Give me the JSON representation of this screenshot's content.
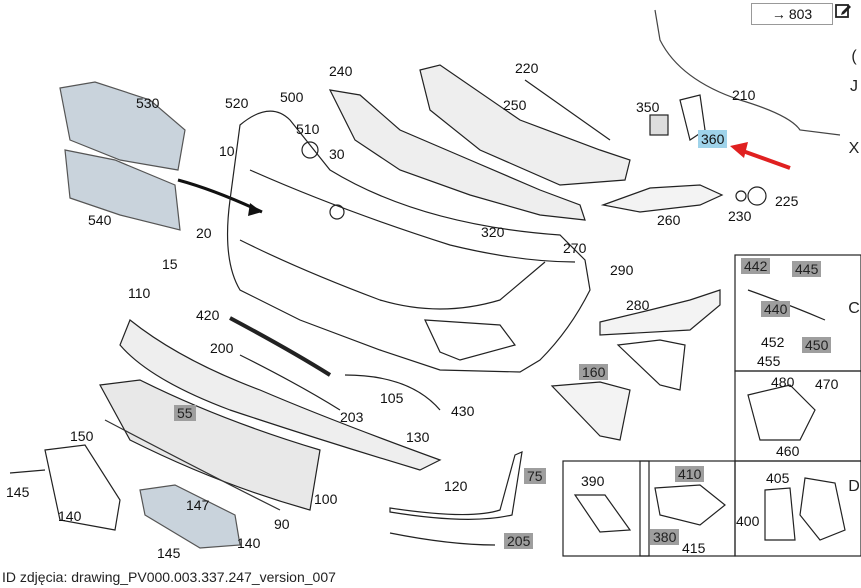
{
  "reference_box": {
    "arrow": "→",
    "text": "803"
  },
  "photo_id": "ID zdjęcia: drawing_PV000.003.337.247_version_007",
  "highlighted": {
    "label": "360",
    "color": "#9fd3ea"
  },
  "arrow_color": "#e02020",
  "gray_label_color": "#9e9e9e",
  "right_toolbar": [
    "(",
    "J",
    "X",
    "C",
    "D"
  ],
  "labels": [
    {
      "id": "530",
      "text": "530",
      "style": "plain"
    },
    {
      "id": "540",
      "text": "540",
      "style": "plain"
    },
    {
      "id": "520",
      "text": "520",
      "style": "plain"
    },
    {
      "id": "500",
      "text": "500",
      "style": "plain"
    },
    {
      "id": "510",
      "text": "510",
      "style": "plain"
    },
    {
      "id": "10",
      "text": "10",
      "style": "plain"
    },
    {
      "id": "30",
      "text": "30",
      "style": "plain"
    },
    {
      "id": "240",
      "text": "240",
      "style": "plain"
    },
    {
      "id": "220",
      "text": "220",
      "style": "plain"
    },
    {
      "id": "250",
      "text": "250",
      "style": "plain"
    },
    {
      "id": "350",
      "text": "350",
      "style": "plain"
    },
    {
      "id": "210",
      "text": "210",
      "style": "plain"
    },
    {
      "id": "360",
      "text": "360",
      "style": "highlight"
    },
    {
      "id": "225",
      "text": "225",
      "style": "plain"
    },
    {
      "id": "230",
      "text": "230",
      "style": "plain"
    },
    {
      "id": "260",
      "text": "260",
      "style": "plain"
    },
    {
      "id": "20",
      "text": "20",
      "style": "plain"
    },
    {
      "id": "15",
      "text": "15",
      "style": "plain"
    },
    {
      "id": "320",
      "text": "320",
      "style": "plain"
    },
    {
      "id": "270",
      "text": "270",
      "style": "plain"
    },
    {
      "id": "290",
      "text": "290",
      "style": "plain"
    },
    {
      "id": "442",
      "text": "442",
      "style": "gray"
    },
    {
      "id": "445",
      "text": "445",
      "style": "gray"
    },
    {
      "id": "440",
      "text": "440",
      "style": "gray"
    },
    {
      "id": "452",
      "text": "452",
      "style": "plain"
    },
    {
      "id": "455",
      "text": "455",
      "style": "plain"
    },
    {
      "id": "450",
      "text": "450",
      "style": "gray"
    },
    {
      "id": "110",
      "text": "110",
      "style": "plain"
    },
    {
      "id": "280",
      "text": "280",
      "style": "plain"
    },
    {
      "id": "420",
      "text": "420",
      "style": "plain"
    },
    {
      "id": "200",
      "text": "200",
      "style": "plain"
    },
    {
      "id": "160",
      "text": "160",
      "style": "gray"
    },
    {
      "id": "480",
      "text": "480",
      "style": "plain"
    },
    {
      "id": "470",
      "text": "470",
      "style": "plain"
    },
    {
      "id": "460",
      "text": "460",
      "style": "plain"
    },
    {
      "id": "105",
      "text": "105",
      "style": "plain"
    },
    {
      "id": "55",
      "text": "55",
      "style": "gray"
    },
    {
      "id": "203",
      "text": "203",
      "style": "plain"
    },
    {
      "id": "430",
      "text": "430",
      "style": "plain"
    },
    {
      "id": "130",
      "text": "130",
      "style": "plain"
    },
    {
      "id": "150",
      "text": "150",
      "style": "plain"
    },
    {
      "id": "75",
      "text": "75",
      "style": "gray"
    },
    {
      "id": "390",
      "text": "390",
      "style": "plain"
    },
    {
      "id": "410",
      "text": "410",
      "style": "gray"
    },
    {
      "id": "405",
      "text": "405",
      "style": "plain"
    },
    {
      "id": "145a",
      "text": "145",
      "style": "plain"
    },
    {
      "id": "120",
      "text": "120",
      "style": "plain"
    },
    {
      "id": "100",
      "text": "100",
      "style": "plain"
    },
    {
      "id": "147",
      "text": "147",
      "style": "plain"
    },
    {
      "id": "400",
      "text": "400",
      "style": "plain"
    },
    {
      "id": "140a",
      "text": "140",
      "style": "plain"
    },
    {
      "id": "90",
      "text": "90",
      "style": "plain"
    },
    {
      "id": "380",
      "text": "380",
      "style": "gray"
    },
    {
      "id": "415",
      "text": "415",
      "style": "plain"
    },
    {
      "id": "205",
      "text": "205",
      "style": "gray"
    },
    {
      "id": "145b",
      "text": "145",
      "style": "plain"
    },
    {
      "id": "140b",
      "text": "140",
      "style": "plain"
    }
  ]
}
